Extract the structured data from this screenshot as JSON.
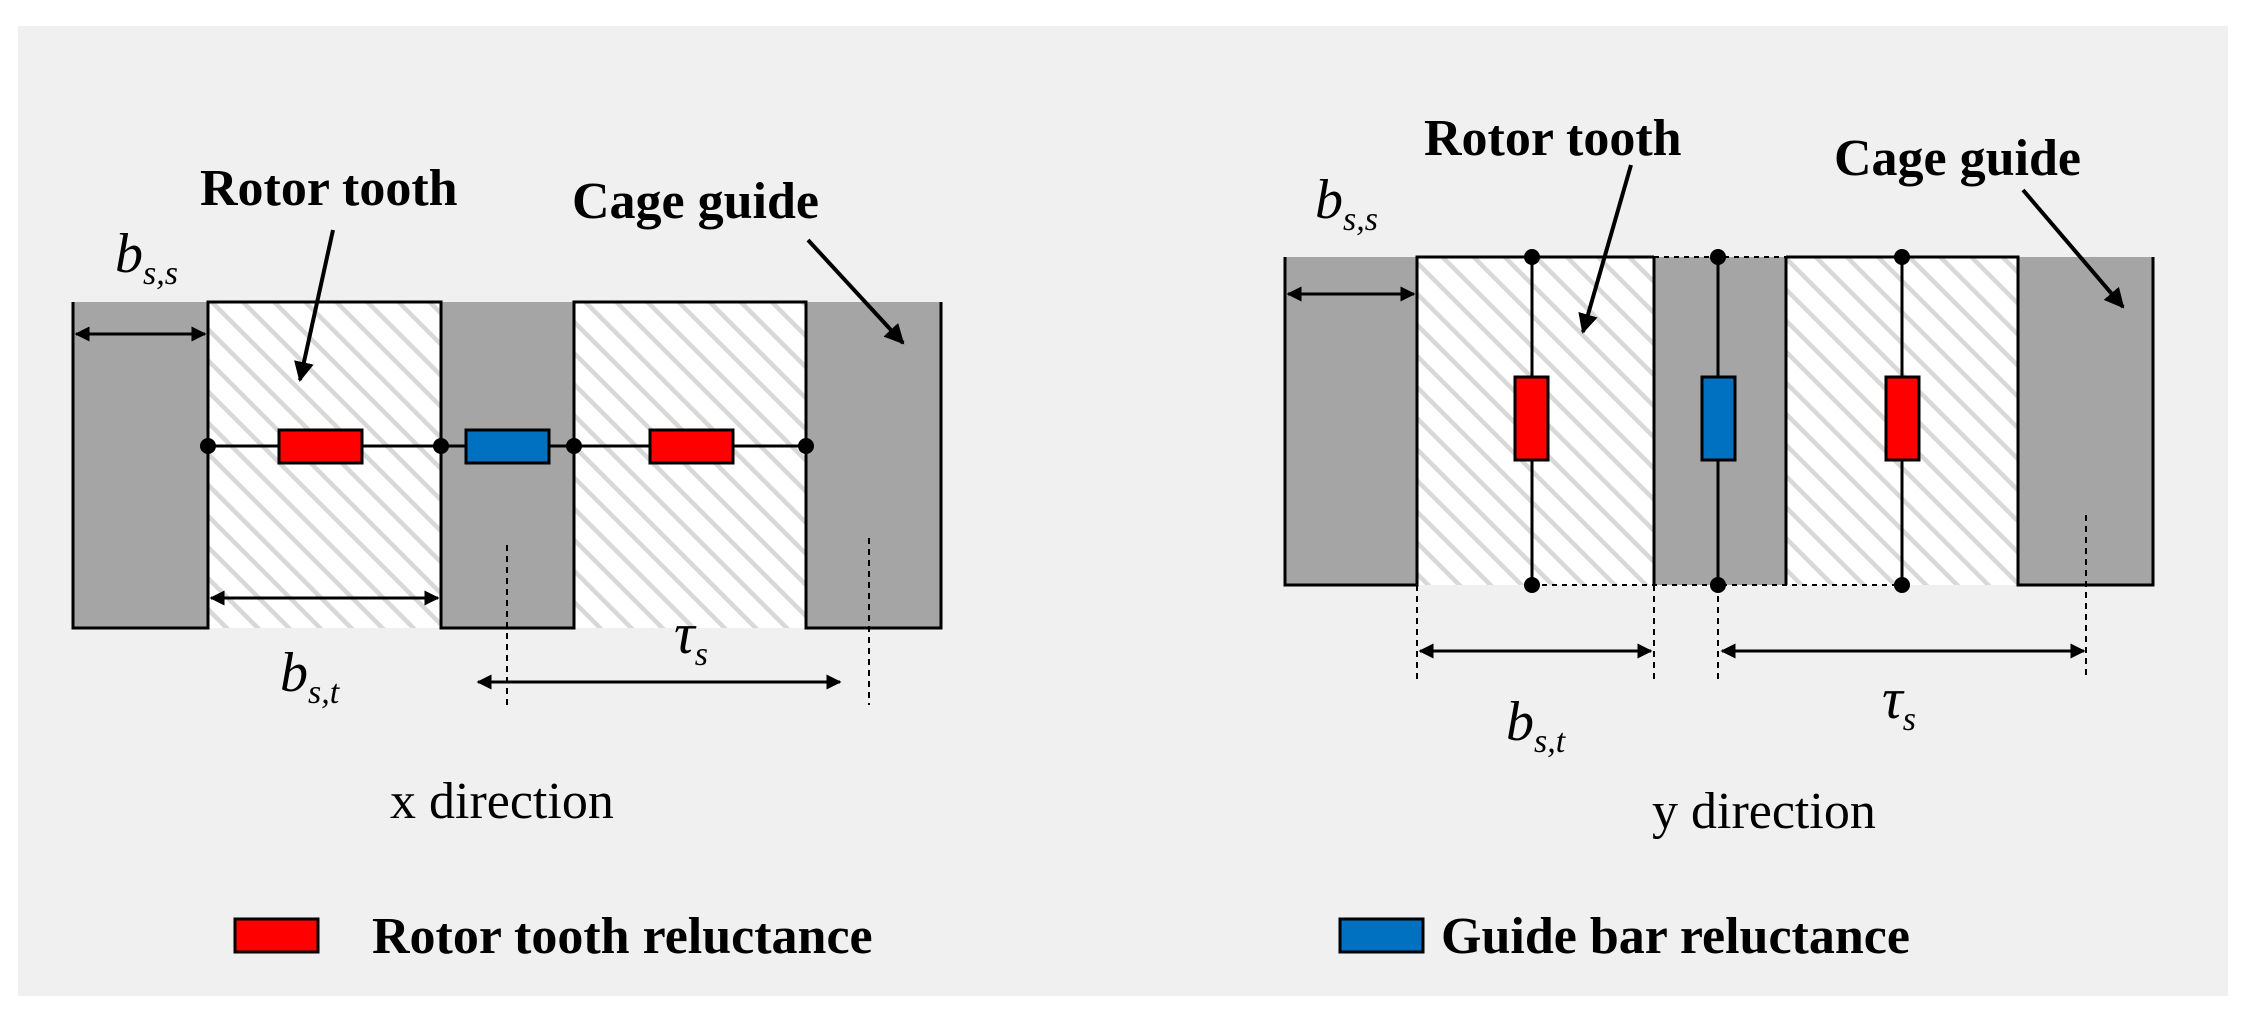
{
  "panels": {
    "x": {
      "label_rotor_tooth": "Rotor tooth",
      "label_cage_guide": "Cage guide",
      "symbol_bss": {
        "main": "b",
        "sub": "s,s"
      },
      "symbol_bst": {
        "main": "b",
        "sub": "s,t"
      },
      "symbol_tau": {
        "main": "τ",
        "sub": "s"
      },
      "caption": "x direction"
    },
    "y": {
      "label_rotor_tooth": "Rotor tooth",
      "label_cage_guide": "Cage guide",
      "symbol_bss": {
        "main": "b",
        "sub": "s,s"
      },
      "symbol_bst": {
        "main": "b",
        "sub": "s,t"
      },
      "symbol_tau": {
        "main": "τ",
        "sub": "s"
      },
      "caption": "y direction"
    }
  },
  "legend": {
    "rotor_tooth_reluctance": "Rotor tooth reluctance",
    "guide_bar_reluctance": "Guide bar reluctance"
  },
  "colors": {
    "background": "#f0f0f0",
    "guide": "#a5a5a5",
    "tooth_fill": "#ffffff",
    "hatch": "#d8d8d8",
    "rotor_reluctance": "#ff0000",
    "guide_reluctance": "#0070c0"
  }
}
